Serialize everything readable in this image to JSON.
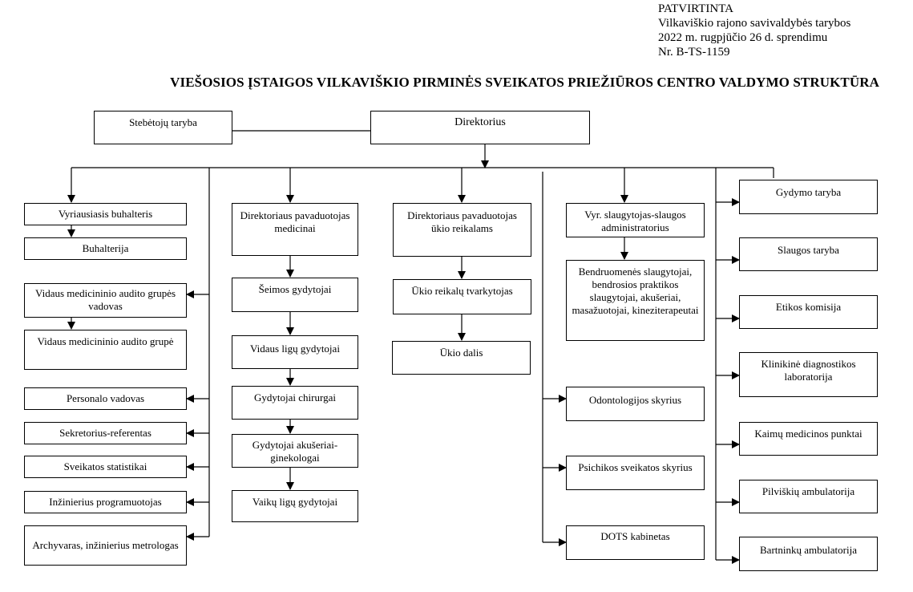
{
  "approval": {
    "line1": "PATVIRTINTA",
    "line2": "Vilkaviškio rajono savivaldybės tarybos",
    "line3": "2022 m. rugpjūčio 26 d. sprendimu",
    "line4": "Nr. B-TS-1159"
  },
  "title": "VIEŠOSIOS ĮSTAIGOS VILKAVIŠKIO PIRMINĖS SVEIKATOS PRIEŽIŪROS CENTRO VALDYMO STRUKTŪRA",
  "top": {
    "supervisory": "Stebėtojų taryba",
    "director": "Direktorius"
  },
  "left_column": {
    "chief_accountant": "Vyriausiasis buhalteris",
    "accounting": "Buhalterija",
    "audit_head": "Vidaus medicininio audito grupės vadovas",
    "audit_group": "Vidaus medicininio audito grupė",
    "hr_manager": "Personalo vadovas",
    "secretary": "Sekretorius-referentas",
    "statisticians": "Sveikatos statistikai",
    "programmer": "Inžinierius programuotojas",
    "archivist": "Archyvaras, inžinierius metrologas"
  },
  "medical_column": {
    "deputy": "Direktoriaus pavaduotojas medicinai",
    "family": "Šeimos gydytojai",
    "internal": "Vidaus ligų gydytojai",
    "surgeons": "Gydytojai chirurgai",
    "obstetric": "Gydytojai akušeriai-ginekologai",
    "pediatric": "Vaikų ligų gydytojai"
  },
  "economic_column": {
    "deputy": "Direktoriaus pavaduotojas ūkio reikalams",
    "manager": "Ūkio reikalų tvarkytojas",
    "unit": "Ūkio dalis"
  },
  "nursing_column": {
    "chief_nurse": "Vyr. slaugytojas-slaugos administratorius",
    "nurses": "Bendruomenės slaugytojai, bendrosios praktikos slaugytojai, akušeriai, masažuotojai, kineziterapeutai",
    "dental": "Odontologijos skyrius",
    "mental": "Psichikos sveikatos skyrius",
    "dots": "DOTS kabinetas"
  },
  "right_column": {
    "medical_board": "Gydymo taryba",
    "nursing_board": "Slaugos taryba",
    "ethics": "Etikos komisija",
    "laboratory": "Klinikinė diagnostikos laboratorija",
    "rural": "Kaimų medicinos punktai",
    "pilviskiai": "Pilviškių ambulatorija",
    "bartninkai": "Bartninkų ambulatorija"
  }
}
